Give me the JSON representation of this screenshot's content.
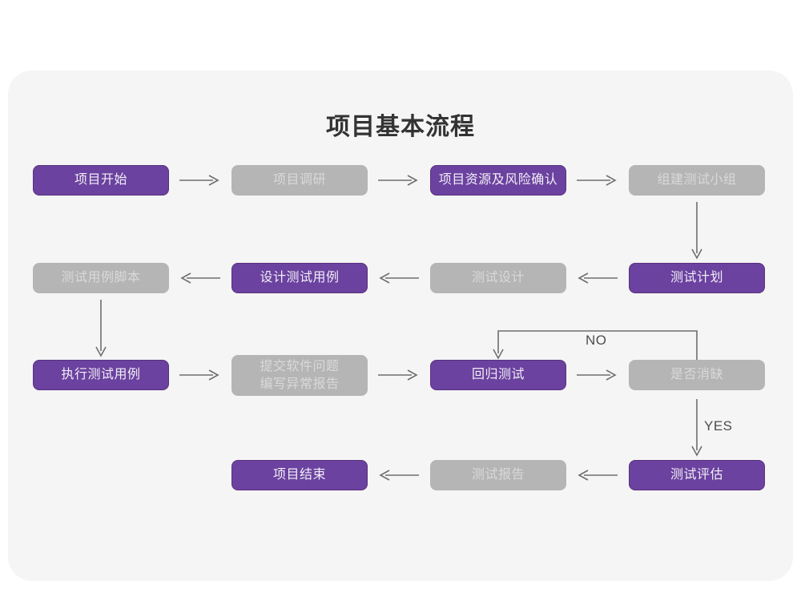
{
  "page": {
    "title": "项目基本流程",
    "card_bg": "#f5f5f5",
    "accent_purple": "#6b429f",
    "muted_gray": "#b5b5b5",
    "arrow_color": "#6e6e6e"
  },
  "flow": {
    "rows": [
      {
        "nodes": [
          {
            "id": "project-start",
            "label": "项目开始",
            "style": "purple"
          },
          {
            "id": "project-research",
            "label": "项目调研",
            "style": "gray"
          },
          {
            "id": "resource-risk-confirm",
            "label": "项目资源及风险确认",
            "style": "purple"
          },
          {
            "id": "build-test-team",
            "label": "组建测试小组",
            "style": "gray"
          }
        ]
      },
      {
        "nodes": [
          {
            "id": "test-case-script",
            "label": "测试用例脚本",
            "style": "gray"
          },
          {
            "id": "design-test-case",
            "label": "设计测试用例",
            "style": "purple"
          },
          {
            "id": "test-design",
            "label": "测试设计",
            "style": "gray"
          },
          {
            "id": "test-plan",
            "label": "测试计划",
            "style": "purple"
          }
        ]
      },
      {
        "nodes": [
          {
            "id": "execute-test-case",
            "label": "执行测试用例",
            "style": "purple"
          },
          {
            "id": "submit-defect-report",
            "label": "提交软件问题\n编写异常报告",
            "style": "gray"
          },
          {
            "id": "regression-test",
            "label": "回归测试",
            "style": "purple"
          },
          {
            "id": "defect-resolved",
            "label": "是否消缺",
            "style": "gray"
          }
        ]
      },
      {
        "nodes": [
          {
            "id": "project-end",
            "label": "项目结束",
            "style": "purple"
          },
          {
            "id": "test-report",
            "label": "测试报告",
            "style": "gray"
          },
          {
            "id": "test-evaluation",
            "label": "测试评估",
            "style": "purple"
          }
        ]
      }
    ],
    "decision_labels": {
      "no": "NO",
      "yes": "YES"
    }
  }
}
